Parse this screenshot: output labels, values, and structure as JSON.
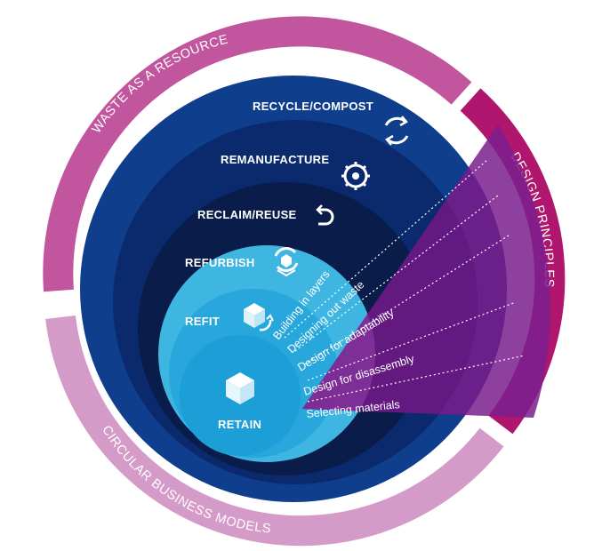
{
  "outer_ring": {
    "waste_label": "WASTE AS A RESOURCE",
    "design_label": "DESIGN PRINCIPLES",
    "circular_label": "CIRCULAR BUSINESS MODELS"
  },
  "levels": {
    "recycle": "RECYCLE/COMPOST",
    "remanufacture": "REMANUFACTURE",
    "reclaim": "RECLAIM/REUSE",
    "refurbish": "REFURBISH",
    "refit": "REFIT",
    "retain": "RETAIN"
  },
  "principles": [
    "Building in layers",
    "Designing out waste",
    "Design for adaptability",
    "Design for disassembly",
    "Selecting materials"
  ],
  "colors": {
    "waste_ring": "#c2569e",
    "design_ring": "#b0166e",
    "business_ring": "#d59bc8",
    "navy_outer": "#0f3e8c",
    "navy_mid": "#0b2a6e",
    "navy_dark": "#0a1c4a",
    "navy_deep": "#081a44",
    "blue_mid": "#0f56a6",
    "cyan_1": "#3fb5e2",
    "cyan_2": "#27a7dc",
    "cyan_3": "#1b9fd6",
    "purple_wedge": "#7a1f8e"
  }
}
